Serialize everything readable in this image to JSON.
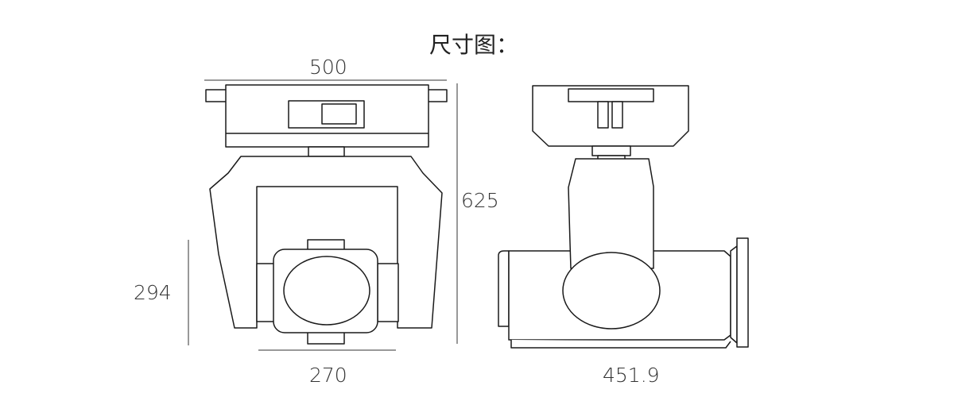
{
  "title": "尺寸图：",
  "dimensions": {
    "front_width": "500",
    "total_height": "625",
    "head_height": "294",
    "head_width": "270",
    "side_length": "451.9"
  },
  "colors": {
    "line": "#1a1a1a",
    "background": "#ffffff",
    "text": "#333333"
  }
}
